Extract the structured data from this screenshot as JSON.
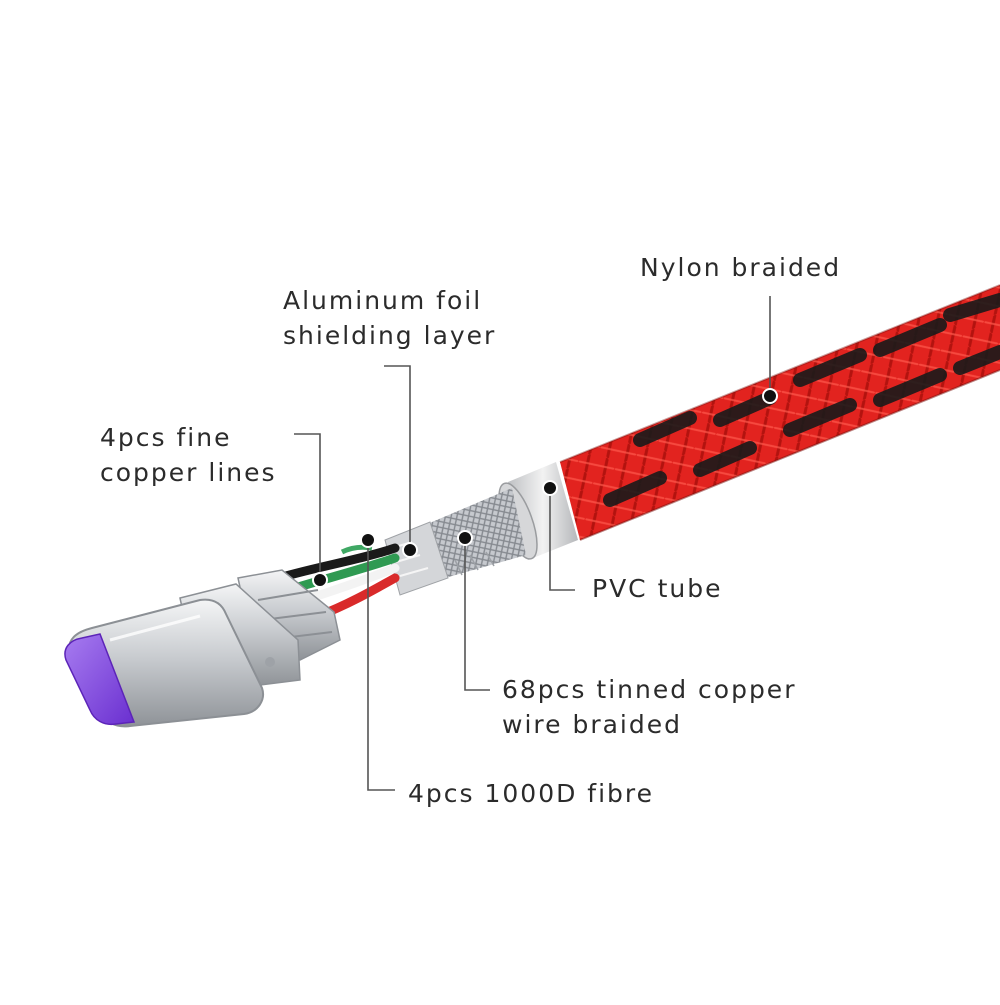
{
  "diagram": {
    "colors": {
      "braid_red": "#e2231f",
      "braid_black": "#1a1a1a",
      "pvc_tube": "#d9d9d9",
      "copper_braid": "#b8bcc2",
      "connector_metal": "#c9ccd0",
      "connector_tip": "#8a4fe0",
      "leader_line": "#555555"
    },
    "labels": {
      "nylon_braided": "Nylon braided",
      "aluminum_foil_line1": "Aluminum foil",
      "aluminum_foil_line2": "shielding layer",
      "fine_copper_line1": "4pcs fine",
      "fine_copper_line2": "copper lines",
      "pvc_tube": "PVC tube",
      "tinned_copper_line1": "68pcs tinned copper",
      "tinned_copper_line2": "wire braided",
      "fibre": "4pcs 1000D fibre"
    }
  }
}
